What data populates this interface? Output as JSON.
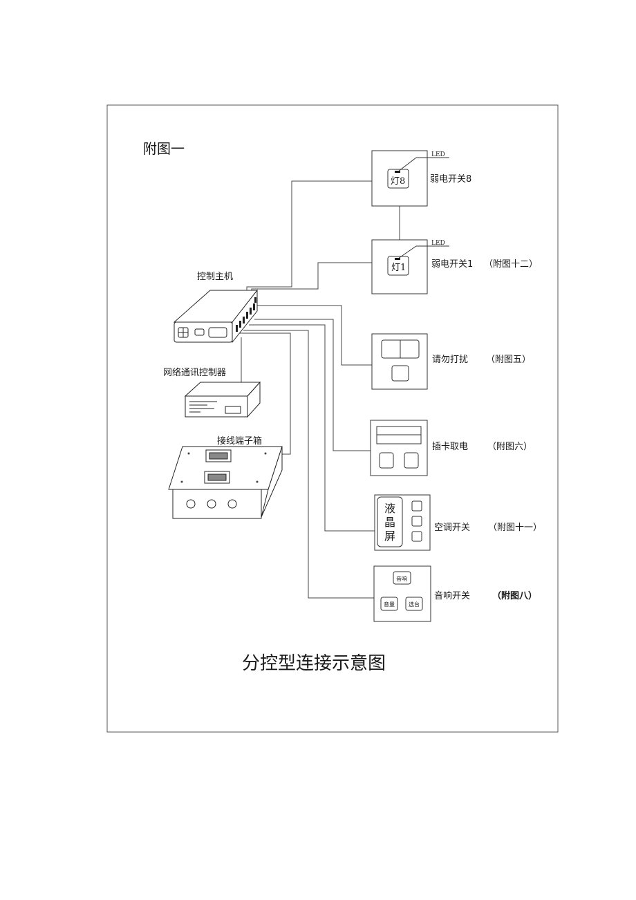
{
  "figure_label": "附图一",
  "title": "分控型连接示意图",
  "devices": {
    "host": {
      "label": "控制主机"
    },
    "network_controller": {
      "label": "网络通讯控制器"
    },
    "terminal_box": {
      "label": "接线端子箱"
    }
  },
  "switches": {
    "weak8": {
      "label": "弱电开关8",
      "led": "LED",
      "button": "灯8"
    },
    "weak1": {
      "label": "弱电开关1",
      "ref": "（附图十二）",
      "led": "LED",
      "button": "灯1"
    },
    "dnd": {
      "label": "请勿打扰",
      "ref": "（附图五）"
    },
    "card": {
      "label": "插卡取电",
      "ref": "（附图六）"
    },
    "ac": {
      "label": "空调开关",
      "ref": "（附图十一）",
      "screen": [
        "液",
        "晶",
        "屏"
      ]
    },
    "audio": {
      "label": "音响开关",
      "ref": "（附图八）",
      "buttons": {
        "top": "音响",
        "left": "音量",
        "right": "选台"
      }
    }
  }
}
